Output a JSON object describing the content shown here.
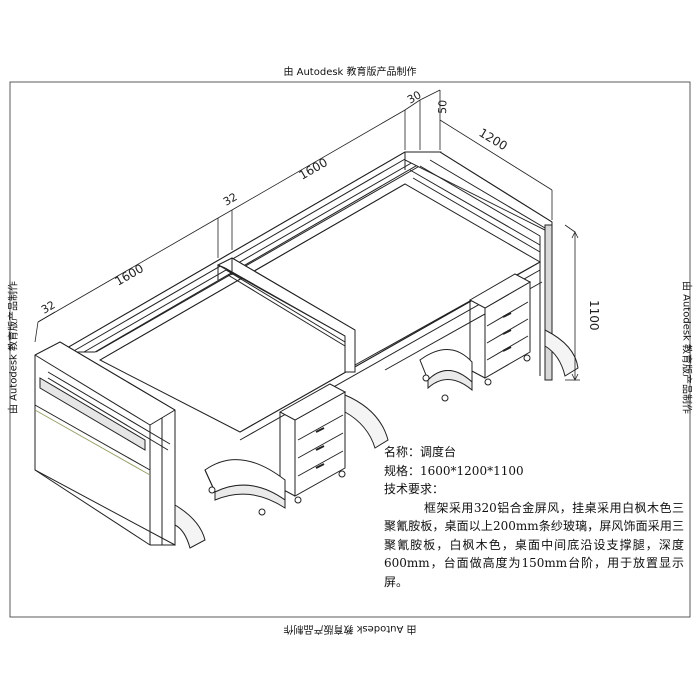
{
  "watermark": {
    "top": "由 Autodesk 教育版产品制作",
    "bottom": "由 Autodesk 教育版产品制作",
    "left": "由 Autodesk 教育版产品制作",
    "right": "由 Autodesk 教育版产品制作"
  },
  "dimensions": {
    "d_30": "30",
    "d_50": "50",
    "d_1200": "1200",
    "d_1600_right": "1600",
    "d_32_mid": "32",
    "d_1600_left": "1600",
    "d_32_left": "32",
    "d_1100": "1100"
  },
  "spec": {
    "name": "名称：调度台",
    "size": "规格：1600*1200*1100",
    "tech_title": "技术要求：",
    "tech_text": "框架采用320铝合金屏风，挂桌采用白枫木色三聚氰胺板，桌面以上200mm条纱玻璃，屏风饰面采用三聚氰胺板，白枫木色，桌面中间底沿设支撑腿，深度600mm，台面做高度为150mm台阶，用于放置显示屏。"
  }
}
